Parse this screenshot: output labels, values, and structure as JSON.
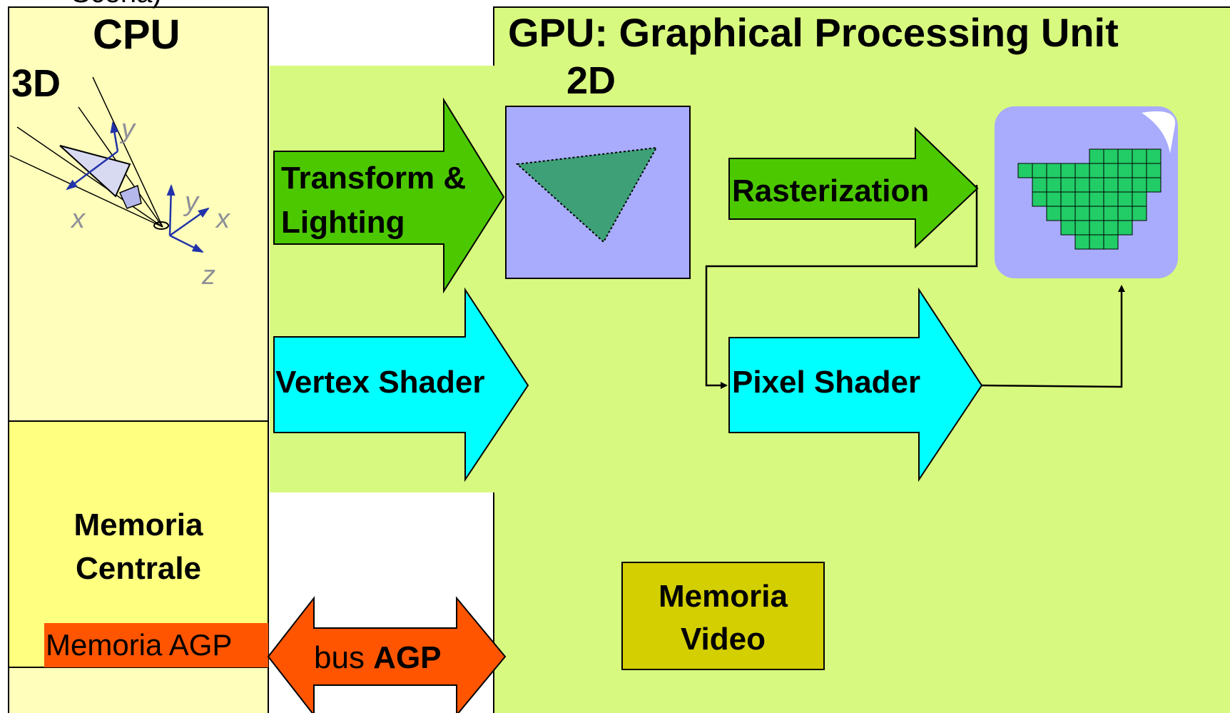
{
  "top_cut_text": "Scena)",
  "cpu": {
    "title": "CPU",
    "label_3d": "3D",
    "memory_label_line1": "Memoria",
    "memory_label_line2": "Centrale",
    "agp_memory_label": "Memoria AGP"
  },
  "bus": {
    "label_prefix": "bus ",
    "label_bold": "AGP"
  },
  "gpu": {
    "title": "GPU: Graphical Processing Unit",
    "label_2d": "2D",
    "video_memory_line1": "Memoria",
    "video_memory_line2": "Video"
  },
  "pipeline": {
    "transform_line1": "Transform &",
    "transform_line2": "Lighting",
    "rasterization": "Rasterization",
    "vertex_shader": "Vertex Shader",
    "pixel_shader": "Pixel Shader"
  },
  "axes": {
    "y1": "y",
    "x1": "x",
    "y2": "y",
    "x2": "x",
    "z": "z"
  },
  "colors": {
    "cpu_panel": "#ffffbb",
    "central_memory": "#ffff80",
    "agp_memory": "#ff5500",
    "bus_arrow": "#ff5500",
    "gpu_panel": "#d8f97f",
    "fixed_pipeline_arrow": "#4cc800",
    "shader_arrow": "#00ffff",
    "primitive_box": "#a9acfc",
    "triangle_fill": "#3ea077",
    "pixel_fill": "#22cc66",
    "video_memory": "#d4cf00"
  }
}
